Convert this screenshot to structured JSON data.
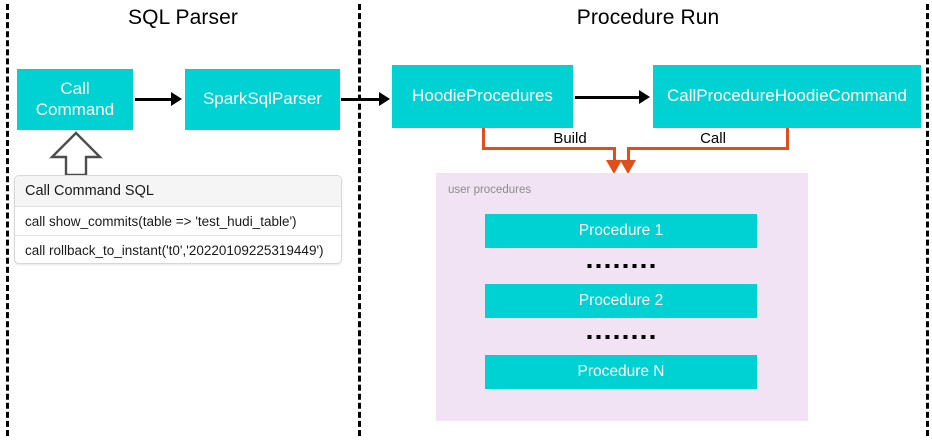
{
  "diagram": {
    "sections": [
      {
        "title": "SQL Parser"
      },
      {
        "title": "Procedure Run"
      }
    ],
    "nodes": {
      "call_command": "Call\nCommand",
      "call_command_line1": "Call",
      "call_command_line2": "Command",
      "spark_sql_parser": "SparkSqlParser",
      "hoodie_procedures": "HoodieProcedures",
      "call_procedure_hoodie_command": "CallProcedureHoodieCommand"
    },
    "edge_labels": {
      "build": "Build",
      "call": "Call"
    },
    "sql_card": {
      "header": "Call Command SQL",
      "rows": [
        "call show_commits(table => 'test_hudi_table')",
        "call rollback_to_instant('t0','20220109225319449')"
      ]
    },
    "procedures_panel": {
      "caption": "user procedures",
      "items": [
        "Procedure 1",
        "Procedure 2",
        "Procedure N"
      ],
      "ellipsis": "........"
    },
    "colors": {
      "node_fill": "#00D1D2",
      "node_text": "#FFFFFF",
      "panel_fill": "#F2E3F4",
      "connector_orange": "#E04F19",
      "divider": "#000000",
      "caption_text": "#8C8C8C"
    }
  }
}
